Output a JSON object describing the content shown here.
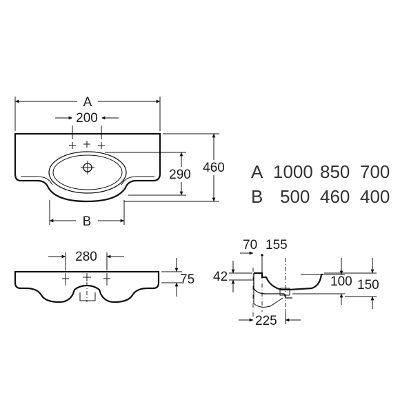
{
  "top_view": {
    "width_label": "A",
    "hole_spacing": "200",
    "bowl_depth": "290",
    "overall_depth": "460",
    "bowl_width_label": "B"
  },
  "front_view": {
    "hole_spacing": "280",
    "height": "75"
  },
  "side_view": {
    "offset_1": "70",
    "offset_2": "155",
    "rim_height": "42",
    "drain_height": "100",
    "total_height": "150",
    "depth": "225"
  },
  "size_table": {
    "rows": [
      {
        "label": "A",
        "values": [
          "1000",
          "850",
          "700"
        ]
      },
      {
        "label": "B",
        "values": [
          "500",
          "460",
          "400"
        ]
      }
    ]
  }
}
